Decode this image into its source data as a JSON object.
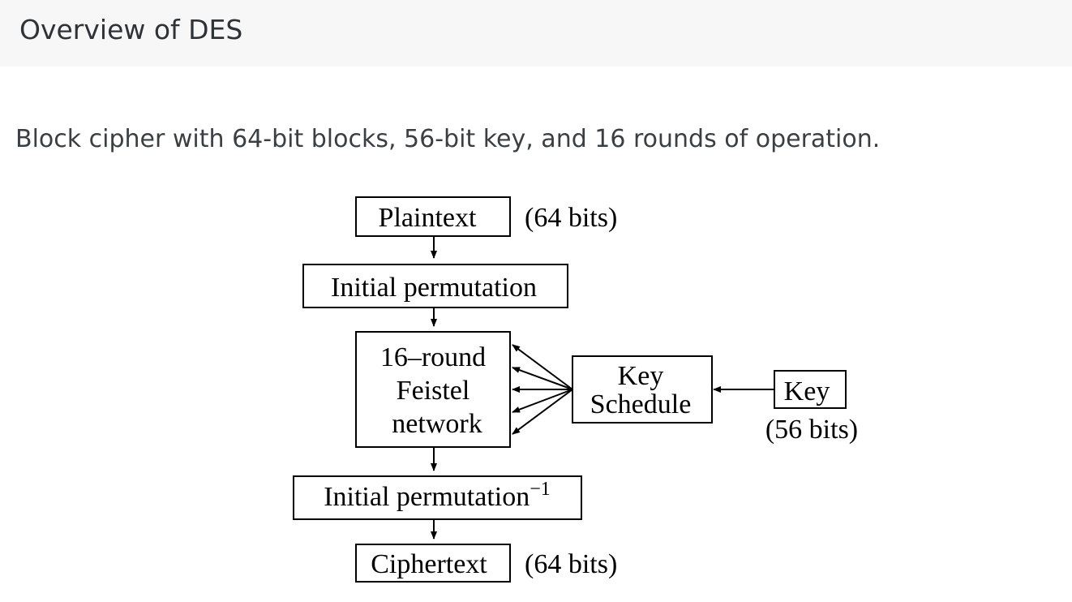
{
  "header": {
    "title": "Overview of DES"
  },
  "main": {
    "description": "Block cipher with 64-bit blocks, 56-bit key, and 16 rounds of operation."
  },
  "diagram": {
    "plaintext": "Plaintext",
    "plaintext_size": "(64 bits)",
    "initial_permutation": "Initial permutation",
    "feistel_line1": "16–round",
    "feistel_line2": "Feistel",
    "feistel_line3": "network",
    "key_schedule_line1": "Key",
    "key_schedule_line2": "Schedule",
    "key": "Key",
    "key_size": "(56 bits)",
    "inverse_permutation": "Initial permutation",
    "inverse_superscript": "−1",
    "ciphertext": "Ciphertext",
    "ciphertext_size": "(64 bits)"
  }
}
